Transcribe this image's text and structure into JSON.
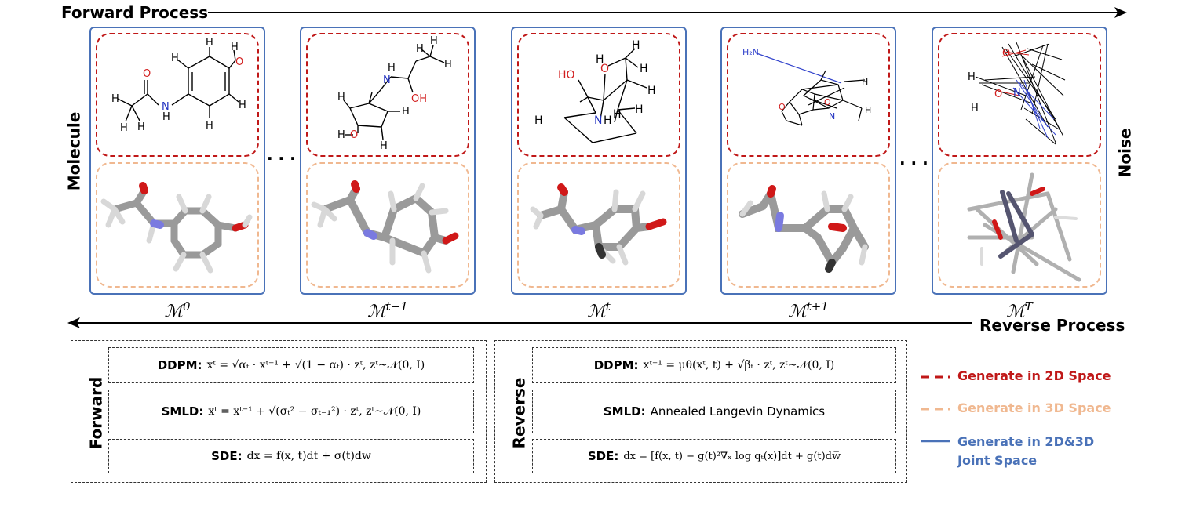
{
  "forward_process": "Forward Process",
  "reverse_process": "Reverse Process",
  "left_label": "Molecule",
  "right_label": "Noise",
  "ellipsis": "· · ·",
  "states": [
    {
      "base": "ℳ",
      "sup": "0"
    },
    {
      "base": "ℳ",
      "sup": "t−1"
    },
    {
      "base": "ℳ",
      "sup": "t"
    },
    {
      "base": "ℳ",
      "sup": "t+1"
    },
    {
      "base": "ℳ",
      "sup": "T"
    }
  ],
  "forward": {
    "title": "Forward",
    "ddpm_key": "DDPM:",
    "ddpm_eq": "xᵗ = √αₜ · xᵗ⁻¹ + √(1 − αₜ) · zᵗ, zᵗ~𝒩(0, I)",
    "smld_key": "SMLD:",
    "smld_eq": "xᵗ = xᵗ⁻¹ + √(σₜ² − σₜ₋₁²) · zᵗ, zᵗ~𝒩(0, I)",
    "sde_key": "SDE:",
    "sde_eq": "dx = f(x, t)dt + σ(t)dw"
  },
  "reverse": {
    "title": "Reverse",
    "ddpm_key": "DDPM:",
    "ddpm_eq": "xᵗ⁻¹ = μθ(xᵗ, t) + √β̃ₜ · zᵗ, zᵗ~𝒩(0, I)",
    "smld_key": "SMLD:",
    "smld_eq": "Annealed Langevin Dynamics",
    "sde_key": "SDE:",
    "sde_eq": "dx = [f(x, t) − g(t)²∇ₓ log qₜ(x)]dt + g(t)dw̅"
  },
  "legend": [
    {
      "label": "Generate in 2D Space",
      "color": "#c01818"
    },
    {
      "label": "Generate in 3D Space",
      "color": "#f0b890"
    },
    {
      "label_line1": "Generate in 2D&3D",
      "label_line2": "Joint Space",
      "color": "#4a72b8"
    }
  ],
  "atoms": {
    "H": "H",
    "O": "O",
    "N": "N",
    "OH": "OH",
    "HO": "HO",
    "H2N": "H₂N"
  }
}
